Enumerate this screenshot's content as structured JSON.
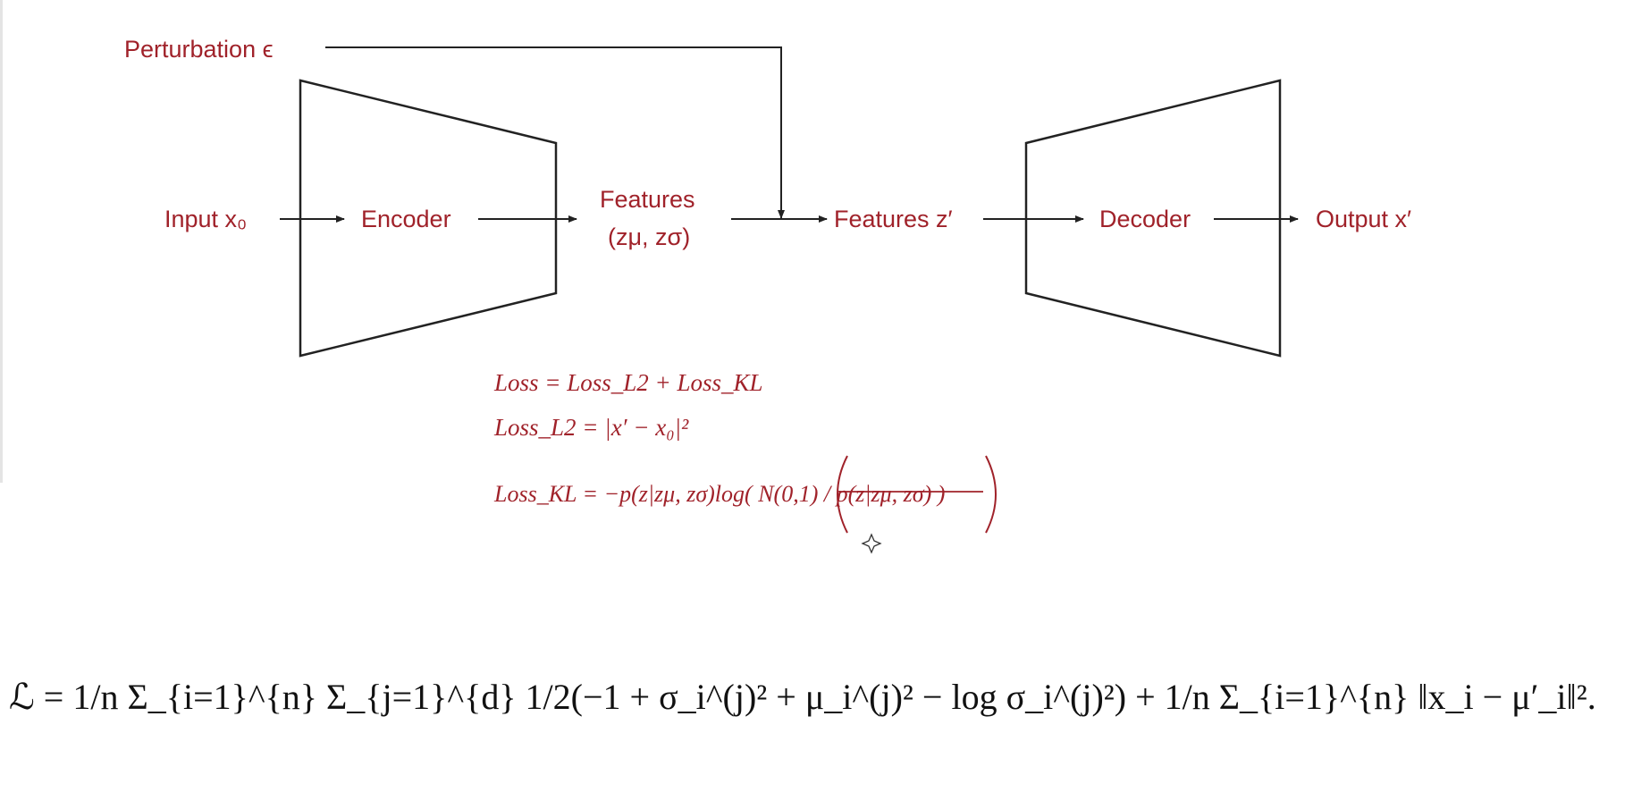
{
  "diagram": {
    "perturbation_label": "Perturbation ϵ",
    "input_label": "Input x₀",
    "encoder_label": "Encoder",
    "features_label": "Features",
    "features_params": "(zμ, zσ)",
    "features_prime_label": "Features z′",
    "decoder_label": "Decoder",
    "output_label": "Output x′"
  },
  "losses": {
    "total": "Loss = Loss_L2 + Loss_KL",
    "l2": "Loss_L2 = |x′ − x₀|²",
    "kl": "Loss_KL = −p(z|zμ, zσ)log( N(0,1) / p(z|zμ, zσ) )"
  },
  "objective": {
    "formula": "ℒ = 1/n Σ_{i=1}^{n} Σ_{j=1}^{d} 1/2(−1 + σ_i^(j)² + μ_i^(j)² − log σ_i^(j)²) + 1/n Σ_{i=1}^{n} ‖x_i − μ′_i‖²."
  },
  "colors": {
    "label_red": "#a0222a",
    "line_black": "#222222",
    "formula_black": "#111111"
  }
}
